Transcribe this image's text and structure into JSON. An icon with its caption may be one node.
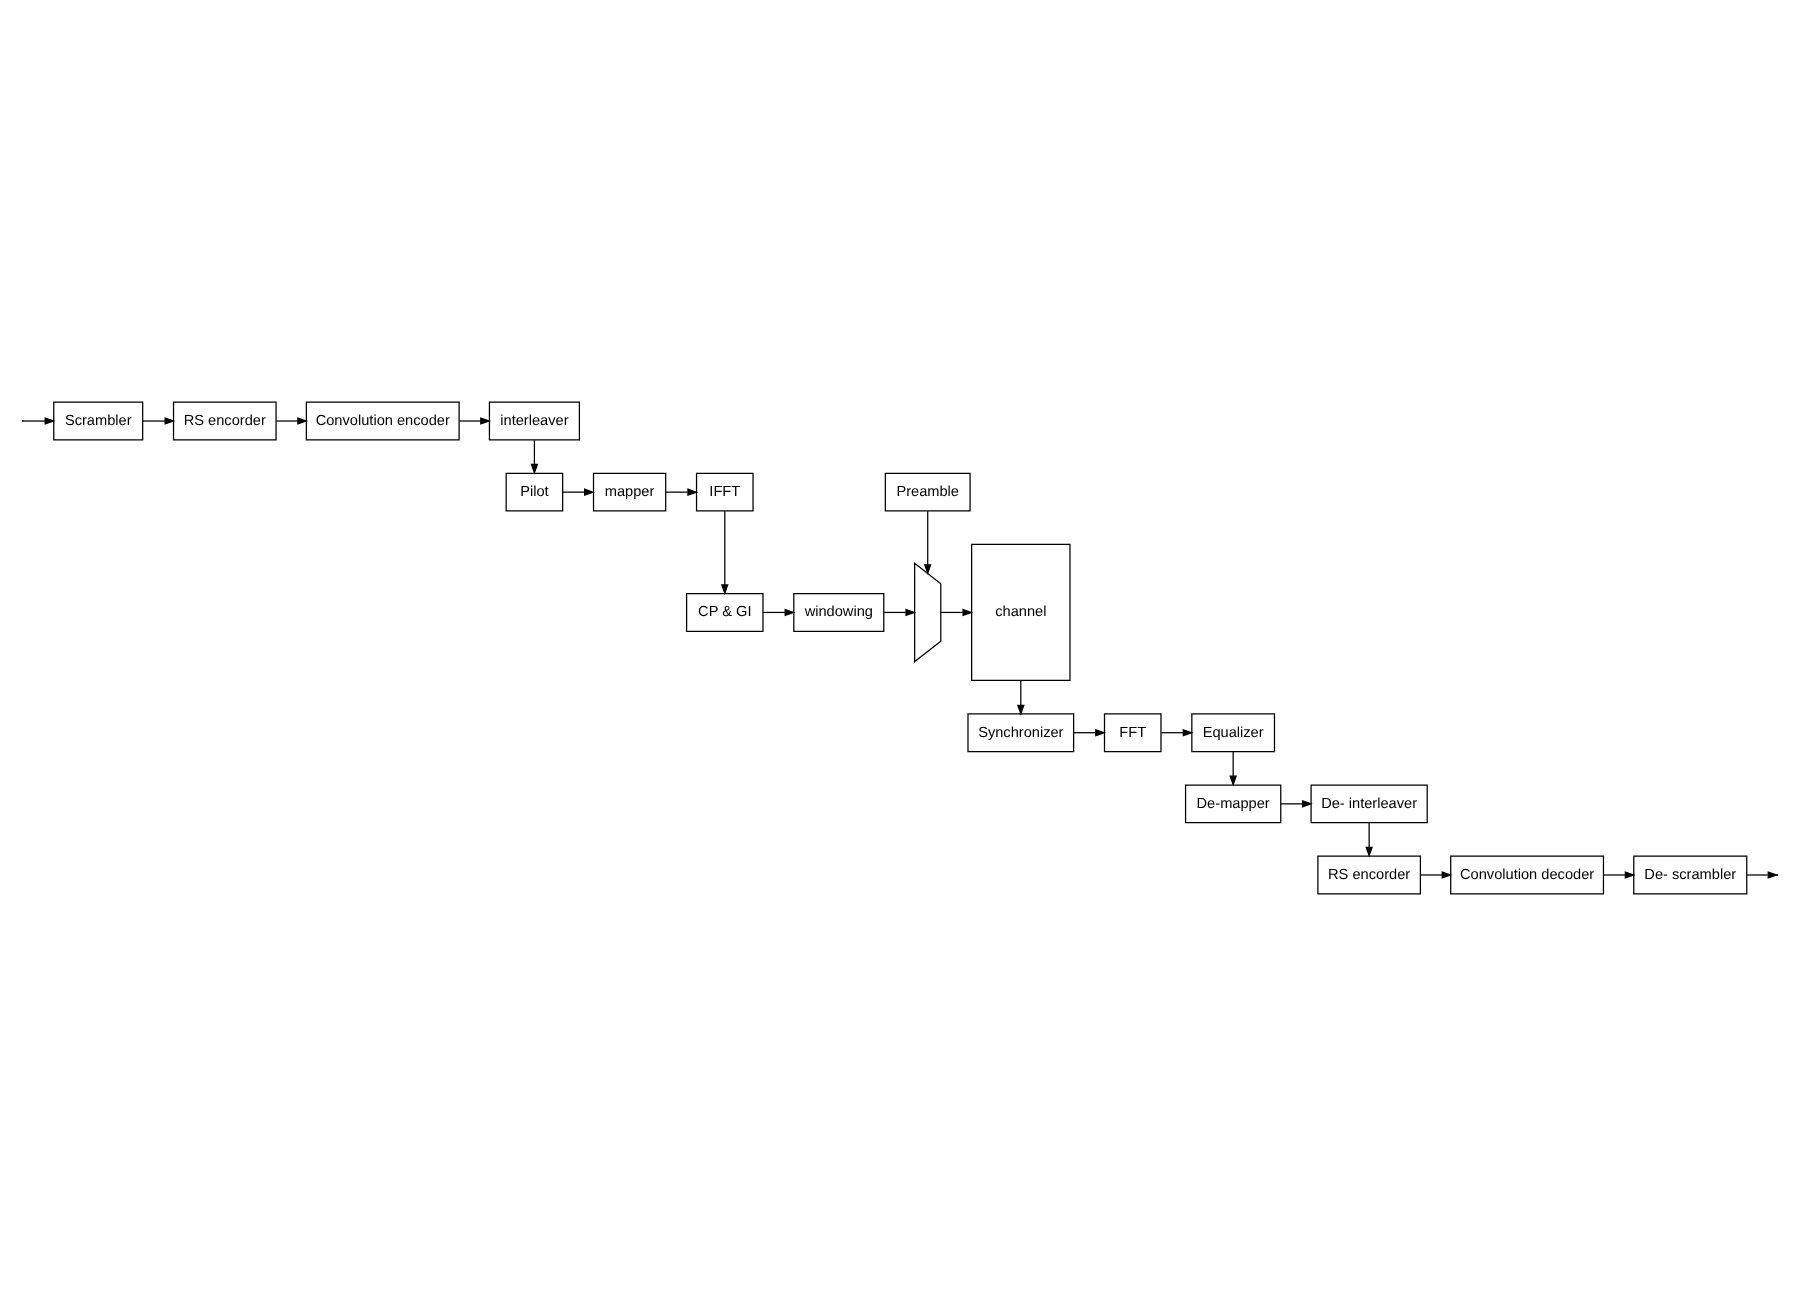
{
  "diagram": {
    "nodes": [
      {
        "text": [
          "Scrambler"
        ]
      },
      {
        "text": [
          "RS encorder"
        ]
      },
      {
        "text": [
          "Convolution encoder"
        ]
      },
      {
        "text": [
          "interleaver"
        ]
      },
      {
        "text": [
          "Pilot"
        ]
      },
      {
        "text": [
          "mapper"
        ]
      },
      {
        "text": [
          "IFFT"
        ]
      },
      {
        "text": [
          "CP & GI"
        ]
      },
      {
        "text": [
          "windowing"
        ]
      },
      {
        "text": [
          "Preamble"
        ]
      },
      {
        "text": [],
        "shape": "trapezoid"
      },
      {
        "text": [
          "channel"
        ]
      },
      {
        "text": [
          "Synchronizer"
        ]
      },
      {
        "text": [
          "FFT"
        ]
      },
      {
        "text": [
          "Equalizer"
        ]
      },
      {
        "text": [
          "De-mapper"
        ]
      },
      {
        "text": [
          "De- interleaver"
        ]
      },
      {
        "text": [
          "RS encorder"
        ]
      },
      {
        "text": [
          "Convolution decoder"
        ]
      },
      {
        "text": [
          "De- scrambler"
        ]
      }
    ],
    "edges": [
      {
        "from": null,
        "to": 0,
        "arrow": "to"
      },
      {
        "from": 0,
        "to": 1,
        "arrow": "to"
      },
      {
        "from": 1,
        "to": 2,
        "arrow": "to"
      },
      {
        "from": 2,
        "to": 3,
        "arrow": "to"
      },
      {
        "from": 3,
        "to": 4,
        "arrow": "to"
      },
      {
        "from": 4,
        "to": 5,
        "arrow": "to"
      },
      {
        "from": 5,
        "to": 6,
        "arrow": "to"
      },
      {
        "from": 6,
        "to": 7,
        "arrow": "to"
      },
      {
        "from": 7,
        "to": 8,
        "arrow": "to"
      },
      {
        "from": 8,
        "to": 10,
        "arrow": "to"
      },
      {
        "from": 9,
        "to": 10,
        "arrow": "to"
      },
      {
        "from": 10,
        "to": 11,
        "arrow": "to"
      },
      {
        "from": 11,
        "to": 12,
        "arrow": "to"
      },
      {
        "from": 12,
        "to": 13,
        "arrow": "to"
      },
      {
        "from": 13,
        "to": 14,
        "arrow": "to"
      },
      {
        "from": 14,
        "to": 15,
        "arrow": "to"
      },
      {
        "from": 15,
        "to": 16,
        "arrow": "to"
      },
      {
        "from": 16,
        "to": 17,
        "arrow": "to"
      },
      {
        "from": 17,
        "to": 18,
        "arrow": "to"
      },
      {
        "from": 18,
        "to": 19,
        "arrow": "to"
      },
      {
        "from": 19,
        "to": null,
        "arrow": "to"
      }
    ]
  }
}
